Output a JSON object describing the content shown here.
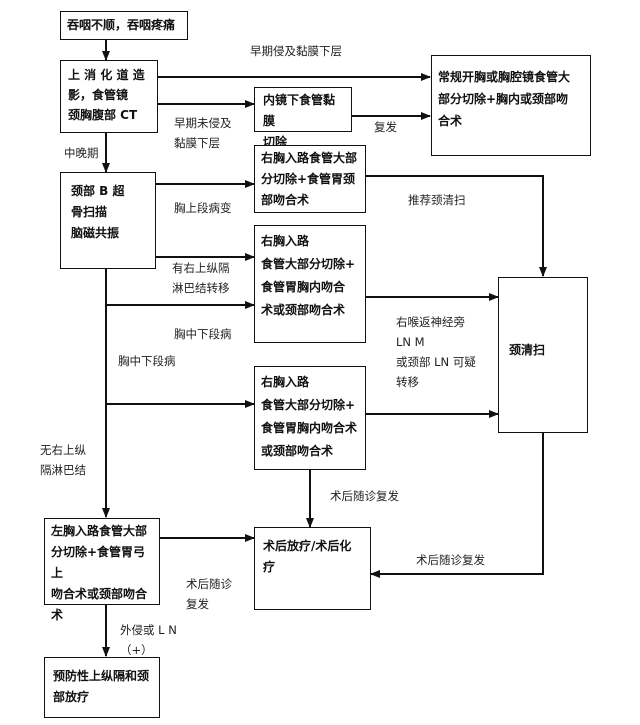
{
  "boxes": {
    "symptom": "吞咽不顺，吞咽疼痛",
    "exam": "上 消 化 道 造\n影，食管镜\n颈胸腹部 CT",
    "thoracoscopic": "常规开胸或胸腔镜食管大\n部分切除+胸内或颈部吻\n合术",
    "endoscopic": "内镜下食管黏膜\n切除",
    "neck_scan": "颈部 B 超\n骨扫描\n脑磁共振",
    "right_a": "右胸入路食管大部\n分切除+食管胃颈\n部吻合术",
    "right_b": "右胸入路\n食管大部分切除+\n食管胃胸内吻合\n术或颈部吻合术",
    "right_c": "右胸入路\n食管大部分切除+\n食管胃胸内吻合术\n或颈部吻合术",
    "neck_dissection": "颈清扫",
    "left": "左胸入路食管大部\n分切除+食管胃弓上\n吻合术或颈部吻合\n术",
    "radiotherapy": "术后放疗/术后化\n疗",
    "prophylactic": "预防性上纵隔和颈\n部放疗"
  },
  "labels": {
    "early_submucosa": "早期侵及黏膜下层",
    "early_not_submucosa": "早期未侵及\n黏膜下层",
    "recurrence_1": "复发",
    "mid_late": "中晚期",
    "upper_thoracic": "胸上段病变",
    "recommend_neck": "推荐颈清扫",
    "right_upper_ln": "有右上纵隔\n淋巴结转移",
    "mid_lower_1": "胸中下段病",
    "mid_lower_2": "胸中下段病",
    "recurrent_nerve": "右喉返神经旁\nLN M\n或颈部 LN 可疑\n转移",
    "no_right_upper": "无右上纵\n隔淋巴结",
    "followup_1": "术后随诊复发",
    "followup_2": "术后随诊复发",
    "followup_3": "术后随诊\n复发",
    "invasion_ln": "外侵或 L N\n（+）"
  }
}
